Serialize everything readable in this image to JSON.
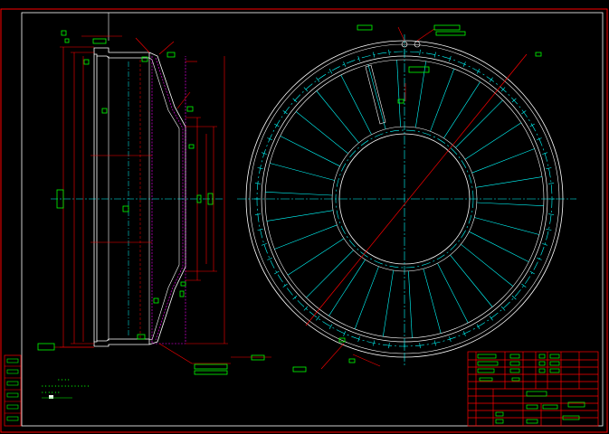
{
  "drawing": {
    "background": "#000000",
    "colors": {
      "frame": "#ff0000",
      "outline": "#ffffff",
      "center_line": "#00ffff",
      "dimension": "#ff0000",
      "label_tag": "#00ff00",
      "hatch": "#ff00ff"
    },
    "rim_view": {
      "spoke_count": 30,
      "tick_count": 60
    },
    "labels": {
      "misc_a": "I I I I",
      "misc_b": "I I I I I I I I I I I I I I I",
      "misc_c": "I I I I I I"
    }
  }
}
